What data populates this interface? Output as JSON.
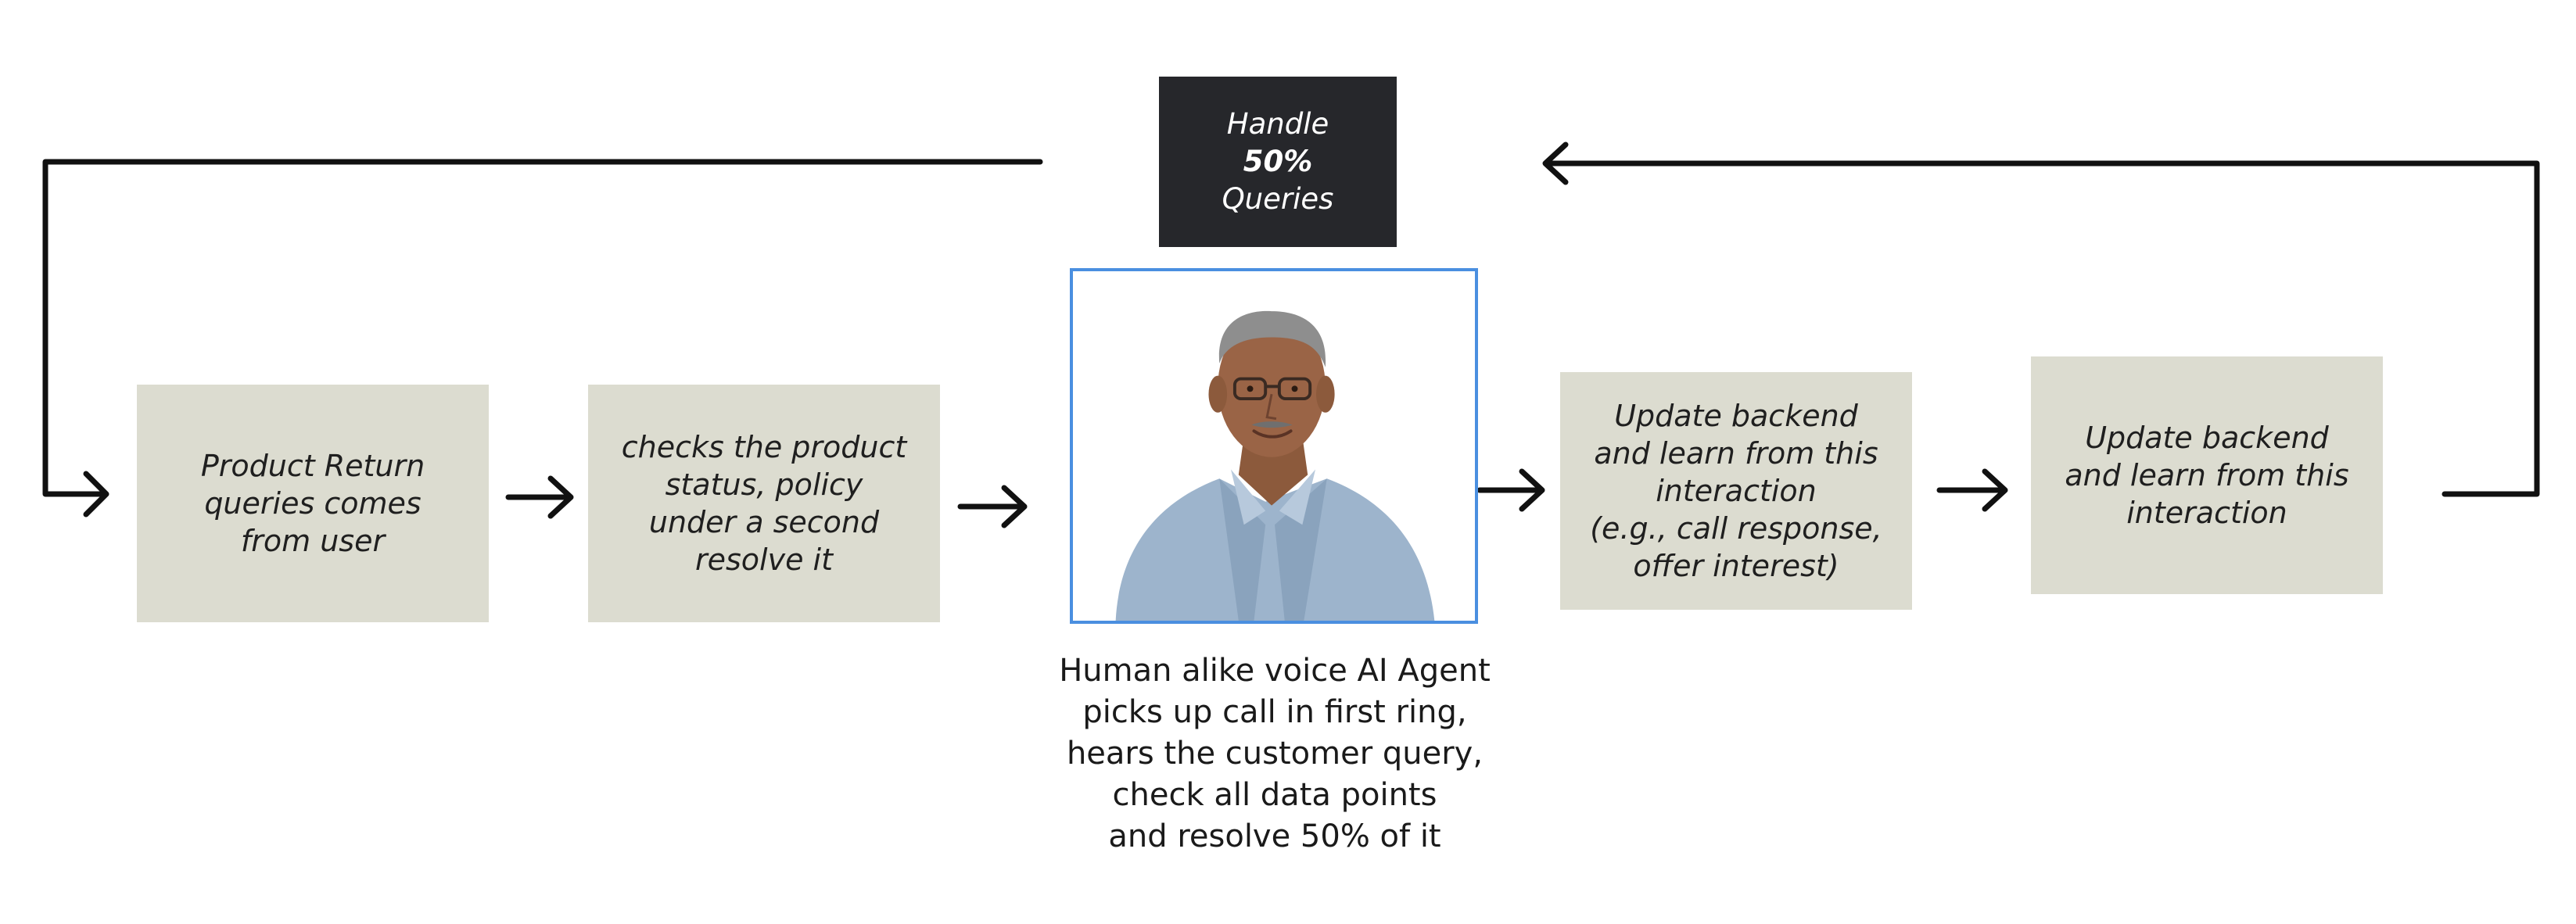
{
  "diagram": {
    "steps": [
      {
        "id": "step-1",
        "text": "Product Return\nqueries comes\nfrom user"
      },
      {
        "id": "step-2",
        "text": "checks the product\nstatus, policy\nunder a second\nresolve it"
      },
      {
        "id": "step-3",
        "text": "Update backend\nand learn from this\ninteraction\n(e.g., call response,\noffer interest)"
      },
      {
        "id": "step-4",
        "text": "Update backend\nand learn from this\ninteraction"
      }
    ],
    "badge": {
      "line1": "Handle",
      "value": "50%",
      "line3": "Queries"
    },
    "agent": {
      "image_icon": "person-portrait",
      "caption": "Human alike voice AI Agent\npicks up call in first ring,\nhears the customer query,\ncheck all data points\nand resolve 50% of it"
    },
    "colors": {
      "step_box": "#dcdcd0",
      "badge_bg": "#26272b",
      "agent_border": "#4a8fe0",
      "connector": "#111111"
    }
  }
}
